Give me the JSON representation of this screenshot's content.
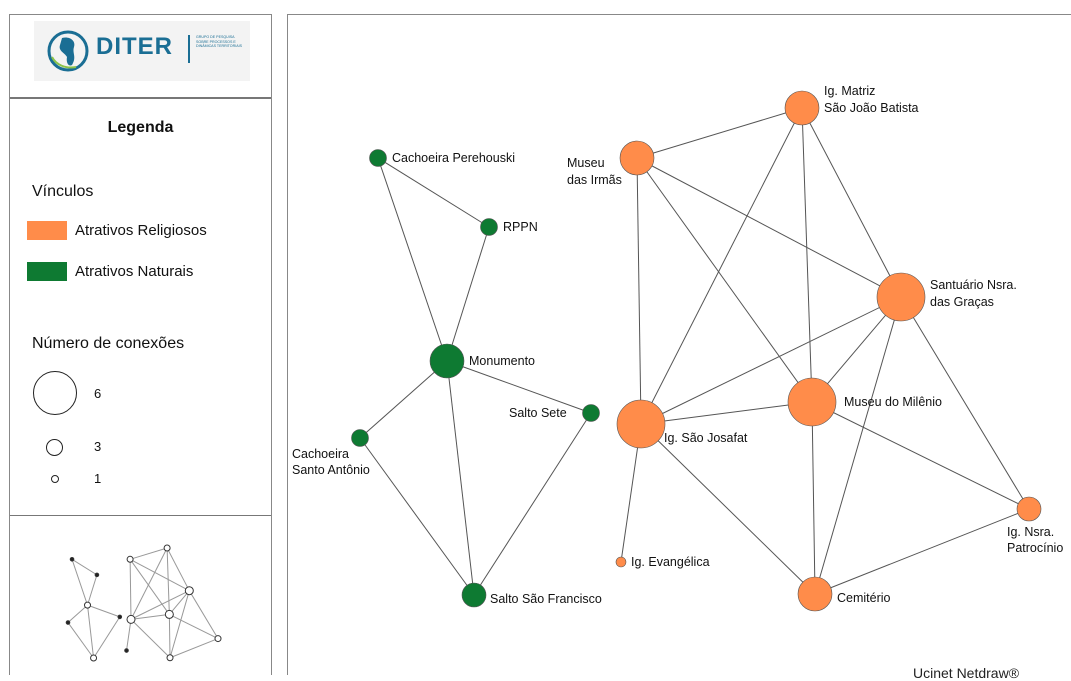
{
  "logo": {
    "name": "DITER",
    "subtitle": "GRUPO DE PESQUISA SOBRE PROCESSOS E DINÂMICAS TERRITORIAIS"
  },
  "legend": {
    "title": "Legenda",
    "links_label": "Vínculos",
    "categories": [
      {
        "label": "Atrativos Religiosos",
        "color": "#ff8c4a"
      },
      {
        "label": "Atrativos Naturais",
        "color": "#0e7a32"
      }
    ],
    "size_title": "Número de conexões",
    "sizes": [
      "6",
      "3",
      "1"
    ]
  },
  "network": {
    "colors": {
      "religious": "#ff8c4a",
      "natural": "#0e7a32",
      "edge": "#555555"
    },
    "nodes": [
      {
        "id": "cachoeira-perehouski",
        "label": [
          "Cachoeira Perehouski"
        ],
        "group": "natural",
        "degree": 2
      },
      {
        "id": "rppn",
        "label": [
          "RPPN"
        ],
        "group": "natural",
        "degree": 2
      },
      {
        "id": "monumento",
        "label": [
          "Monumento"
        ],
        "group": "natural",
        "degree": 4
      },
      {
        "id": "salto-sete",
        "label": [
          "Salto Sete"
        ],
        "group": "natural",
        "degree": 2
      },
      {
        "id": "cachoeira-santo-antonio",
        "label": [
          "Cachoeira",
          "Santo Antônio"
        ],
        "group": "natural",
        "degree": 2
      },
      {
        "id": "salto-sao-francisco",
        "label": [
          "Salto São Francisco"
        ],
        "group": "natural",
        "degree": 3
      },
      {
        "id": "ig-matriz",
        "label": [
          "Ig. Matriz",
          "São João Batista"
        ],
        "group": "religious",
        "degree": 4
      },
      {
        "id": "museu-irmas",
        "label": [
          "Museu",
          "das Irmãs"
        ],
        "group": "religious",
        "degree": 4
      },
      {
        "id": "santuario",
        "label": [
          "Santuário Nsra.",
          "das Graças"
        ],
        "group": "religious",
        "degree": 6
      },
      {
        "id": "museu-milenio",
        "label": [
          "Museu do Milênio"
        ],
        "group": "religious",
        "degree": 6
      },
      {
        "id": "ig-sao-josafat",
        "label": [
          "Ig. São Josafat"
        ],
        "group": "religious",
        "degree": 6
      },
      {
        "id": "ig-nsra-patrocinio",
        "label": [
          "Ig. Nsra.",
          "Patrocínio"
        ],
        "group": "religious",
        "degree": 3
      },
      {
        "id": "ig-evangelica",
        "label": [
          "Ig. Evangélica"
        ],
        "group": "religious",
        "degree": 1
      },
      {
        "id": "cemiterio",
        "label": [
          "Cemitério"
        ],
        "group": "religious",
        "degree": 4
      }
    ],
    "edges": [
      [
        "cachoeira-perehouski",
        "rppn"
      ],
      [
        "cachoeira-perehouski",
        "monumento"
      ],
      [
        "rppn",
        "monumento"
      ],
      [
        "monumento",
        "salto-sete"
      ],
      [
        "monumento",
        "cachoeira-santo-antonio"
      ],
      [
        "monumento",
        "salto-sao-francisco"
      ],
      [
        "cachoeira-santo-antonio",
        "salto-sao-francisco"
      ],
      [
        "salto-sete",
        "salto-sao-francisco"
      ],
      [
        "museu-irmas",
        "ig-matriz"
      ],
      [
        "museu-irmas",
        "santuario"
      ],
      [
        "museu-irmas",
        "museu-milenio"
      ],
      [
        "museu-irmas",
        "ig-sao-josafat"
      ],
      [
        "ig-matriz",
        "santuario"
      ],
      [
        "ig-matriz",
        "museu-milenio"
      ],
      [
        "ig-matriz",
        "ig-sao-josafat"
      ],
      [
        "santuario",
        "museu-milenio"
      ],
      [
        "santuario",
        "ig-sao-josafat"
      ],
      [
        "santuario",
        "ig-nsra-patrocinio"
      ],
      [
        "santuario",
        "cemiterio"
      ],
      [
        "museu-milenio",
        "ig-sao-josafat"
      ],
      [
        "museu-milenio",
        "ig-nsra-patrocinio"
      ],
      [
        "museu-milenio",
        "cemiterio"
      ],
      [
        "ig-sao-josafat",
        "ig-evangelica"
      ],
      [
        "ig-sao-josafat",
        "cemiterio"
      ],
      [
        "cemiterio",
        "ig-nsra-patrocinio"
      ]
    ]
  },
  "credit": "Ucinet Netdraw®"
}
